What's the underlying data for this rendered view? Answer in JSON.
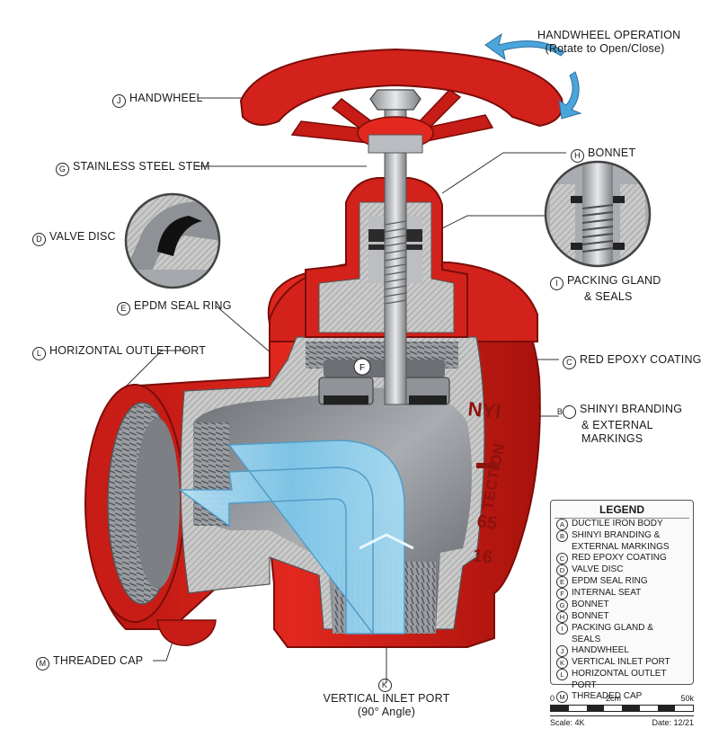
{
  "labels": {
    "handwheel_op_title": "HANDWHEEL OPERATION",
    "handwheel_op_sub": "(Rotate to Open/Close)",
    "handwheel": {
      "letter": "J",
      "text": "HANDWHEEL"
    },
    "bonnet": {
      "letter": "H",
      "text": "BONNET"
    },
    "stem": {
      "letter": "G",
      "text": "STAINLESS STEEL STEM"
    },
    "valve_disc": {
      "letter": "D",
      "text": "VALVE DISC"
    },
    "packing": {
      "letter": "I",
      "text1": "PACKING GLAND",
      "text2": "& SEALS"
    },
    "epdm": {
      "letter": "E",
      "text": "EPDM SEAL RING"
    },
    "outlet": {
      "letter": "L",
      "text": "HORIZONTAL OUTLET PORT"
    },
    "red_epoxy": {
      "letter": "C",
      "text": "RED EPOXY COATING"
    },
    "branding": {
      "letter": "B",
      "text1": "SHINYI BRANDING",
      "text2": "& EXTERNAL",
      "text3": "MARKINGS"
    },
    "seat_marker": "F",
    "threaded_cap": {
      "letter": "M",
      "text": "THREADED CAP"
    },
    "inlet": {
      "letter": "K",
      "text1": "VERTICAL INLET PORT",
      "text2": "(90° Angle)"
    }
  },
  "body_markings": {
    "brand": "NYI",
    "text": "TECTION",
    "num1": "65",
    "num2": "16"
  },
  "legend": {
    "title": "LEGEND",
    "items": [
      {
        "letter": "A",
        "text": "DUCTILE IRON BODY"
      },
      {
        "letter": "B",
        "text": "SHINYI BRANDING & EXTERNAL MARKINGS"
      },
      {
        "letter": "C",
        "text": "RED EPOXY COATING"
      },
      {
        "letter": "D",
        "text": "VALVE DISC"
      },
      {
        "letter": "E",
        "text": "EPDM SEAL RING"
      },
      {
        "letter": "F",
        "text": "INTERNAL SEAT"
      },
      {
        "letter": "G",
        "text": "BONNET"
      },
      {
        "letter": "H",
        "text": "BONNET"
      },
      {
        "letter": "I",
        "text": "PACKING GLAND & SEALS"
      },
      {
        "letter": "J",
        "text": "HANDWHEEL"
      },
      {
        "letter": "K",
        "text": "VERTICAL INLET PORT"
      },
      {
        "letter": "L",
        "text": "HORIZONTAL OUTLET PORT"
      },
      {
        "letter": "M",
        "text": "THREADED CAP"
      }
    ]
  },
  "scale": {
    "n0": "0",
    "n1": "2cm",
    "n2": "50k",
    "scale_text": "Scale: 4K",
    "date_text": "Date: 12/21"
  },
  "colors": {
    "red": "#d8231e",
    "dark_red": "#a31410",
    "steel": "#b9bcc0",
    "water": "#8fd0ef"
  }
}
